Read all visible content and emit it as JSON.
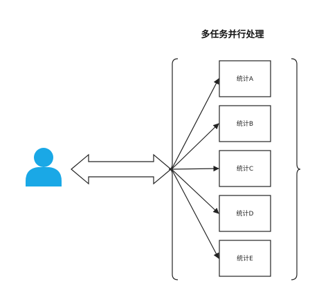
{
  "title": "多任务并行处理",
  "boxes": [
    {
      "label": "统计A"
    },
    {
      "label": "统计B"
    },
    {
      "label": "统计C"
    },
    {
      "label": "统计D"
    },
    {
      "label": "统计E"
    }
  ],
  "colors": {
    "user_icon": "#1aa8e6",
    "stroke": "#222222",
    "background": "#ffffff"
  },
  "icons": {
    "user": "user-icon",
    "bidirectional_arrow": "double-arrow-icon"
  }
}
